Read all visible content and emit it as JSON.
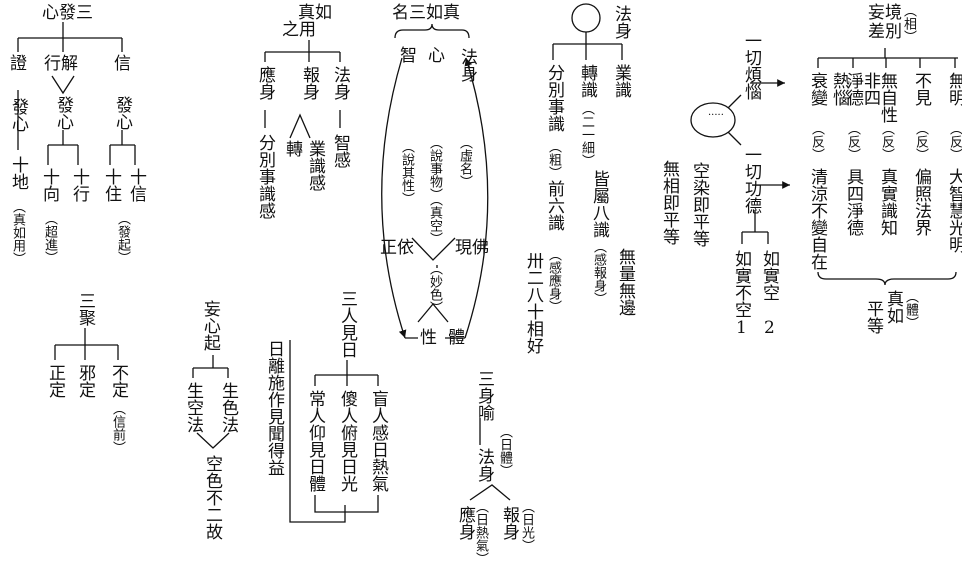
{
  "blocks": {
    "heart_three": {
      "title": "心發三",
      "left": "證",
      "mid": "行解",
      "right": "信",
      "left_sub": "發心",
      "left_sub2": "十地",
      "left_note": "（真如用）",
      "mid_sub": "發心",
      "mid_a": "十向",
      "mid_a_note": "（超進）",
      "mid_b": "十行",
      "right_sub": "發心",
      "right_a": "十住",
      "right_a_note": "（發起）",
      "right_b": "十信"
    },
    "three_groups": {
      "title": "三聚",
      "a": "正定",
      "b": "邪定",
      "c": "不定",
      "c_note": "（信前）"
    },
    "true_thusness": {
      "title_a": "真如",
      "title_b": "之用",
      "a": "應身",
      "b": "報身",
      "c": "法身",
      "a_sub": "分別事識感",
      "b_sub1": "轉",
      "b_sub2": "業識感",
      "c_sub": "智感"
    },
    "delusion": {
      "title": "妄心起",
      "a": "生空法",
      "b": "生色法",
      "bottom": "空色不二故"
    },
    "three_people": {
      "title": "三人見日",
      "a": "常人仰見日體",
      "b": "傻人俯見日光",
      "c": "盲人感日熱氣",
      "left": "日離施作見聞得益"
    },
    "names": {
      "title": "名三如真",
      "a": "智",
      "b": "心",
      "c": "法身",
      "a_note": "（說其性）",
      "b_note": "（說事物）",
      "c_note": "（虛名）",
      "center": "（真空）",
      "center2": "（妙色）",
      "left": "正依",
      "right": "現佛",
      "base_a": "性",
      "base_b": "體"
    },
    "metaphor": {
      "title": "三身喻",
      "mid": "法身",
      "mid_note": "（日體）",
      "a": "應身",
      "a_note": "（日熱氣）",
      "b": "報身",
      "b_note": "（日光）"
    },
    "dharmakaya": {
      "title": "法身",
      "a": "分別事識",
      "a_note": "（粗）",
      "a_sub": "前六識",
      "a_sub_note": "（感應身）",
      "b": "轉識",
      "b_note": "（二一細）",
      "b_sub": "皆屬八識",
      "b_sub_note": "（感報身）",
      "c": "業識",
      "marks": "卅二八十相好",
      "infinite": "無量無邊"
    },
    "middle": {
      "top": "一切煩惱",
      "bottom": "一切功德",
      "equal": "空染即平等",
      "no_mark": "無相即平等",
      "a": "如實不空",
      "a_num": "1",
      "b": "如實空",
      "b_num": "2"
    },
    "diff": {
      "title_a": "差別",
      "title_b": "妄境",
      "title_note": "（相）",
      "cols": [
        "衰變",
        "熱惱",
        "淨德",
        "非四",
        "無自性",
        "不見",
        "無明"
      ],
      "notes": [
        "（反）",
        "（反）",
        "（反）",
        "（反）",
        "（反）"
      ],
      "rows_a": [
        "清涼不變自在",
        "具四淨德",
        "真實識知",
        "偏照法界",
        "大智慧光明"
      ],
      "bottom_a": "真如",
      "bottom_b": "平等",
      "bottom_note": "（體）"
    }
  }
}
